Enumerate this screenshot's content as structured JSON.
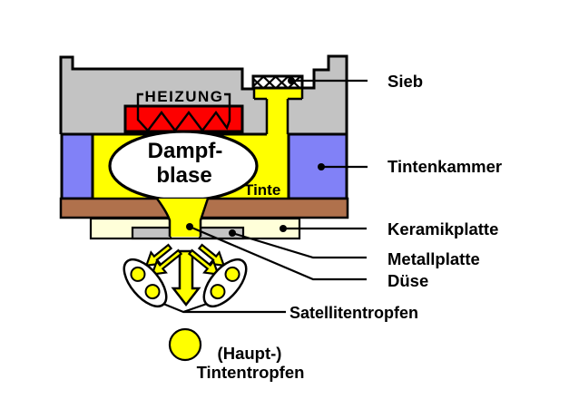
{
  "colors": {
    "gray": "#c3c3c3",
    "blue": "#8181f7",
    "yellow": "#ffff00",
    "red": "#fd0000",
    "brown": "#b0714c",
    "cream": "#ffffd9",
    "white": "#ffffff",
    "black": "#000000"
  },
  "labels": {
    "heizung": "HEIZUNG",
    "dampfblase_line1": "Dampf-",
    "dampfblase_line2": "blase",
    "tinte": "Tinte",
    "sieb": "Sieb",
    "tintenkammer": "Tintenkammer",
    "keramikplatte": "Keramikplatte",
    "metallplatte": "Metallplatte",
    "duese": "Düse",
    "satellitentropfen": "Satellitentropfen",
    "haupttropfen_line1": "(Haupt-)",
    "haupttropfen_line2": "Tintentropfen"
  }
}
